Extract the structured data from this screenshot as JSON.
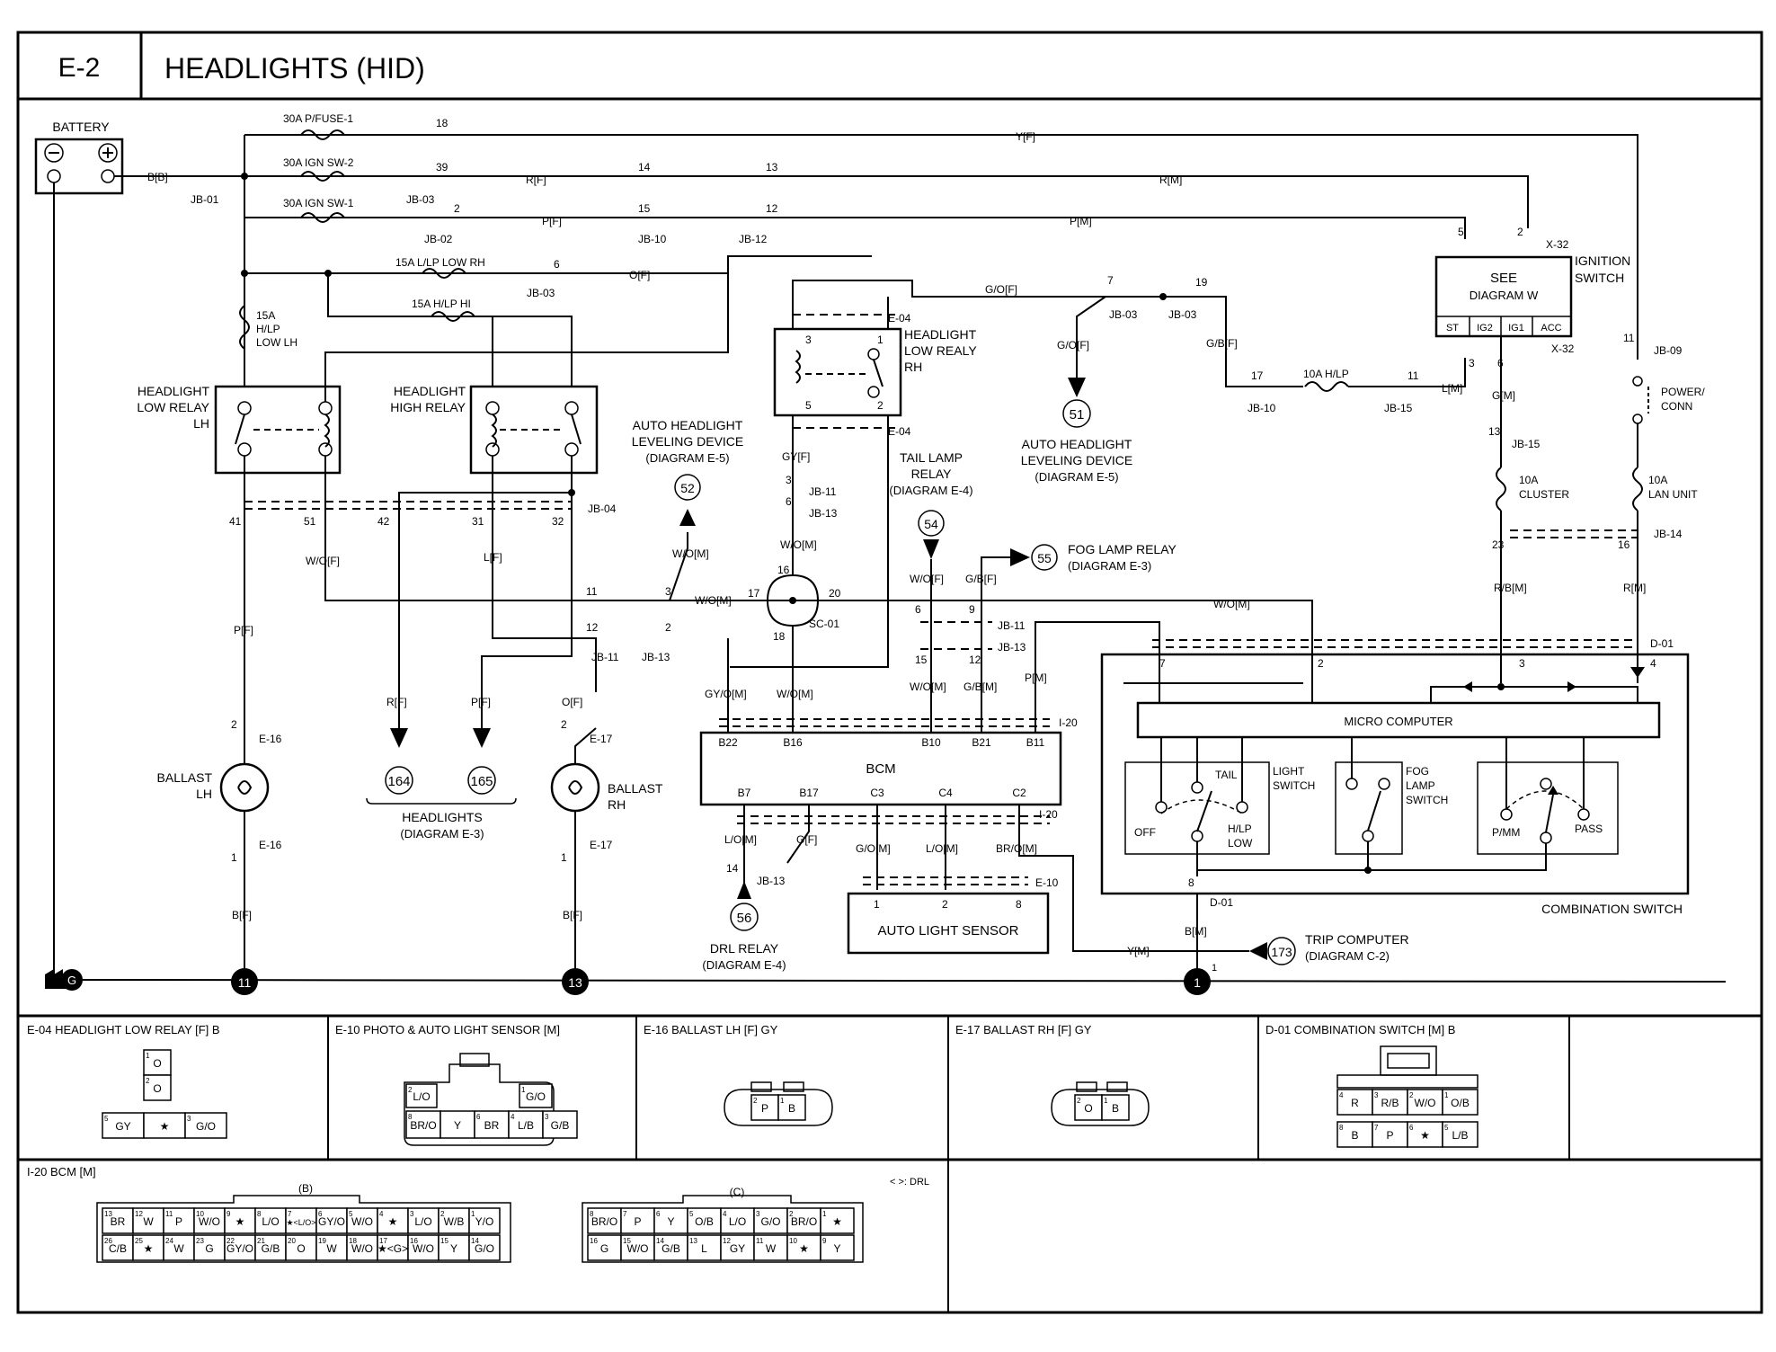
{
  "header": {
    "code": "E-2",
    "title": "HEADLIGHTS (HID)"
  },
  "battery": {
    "label": "BATTERY"
  },
  "fuses": {
    "pfuse": "30A P/FUSE-1",
    "ignsw2": "30A IGN SW-2",
    "ignsw1": "30A IGN SW-1",
    "lplowrh": "15A L/LP LOW RH",
    "hlphi": "15A H/LP HI",
    "lowlh": [
      "15A",
      "H/LP",
      "LOW LH"
    ],
    "hlp10": "10A H/LP",
    "cluster": [
      "10A",
      "CLUSTER"
    ],
    "lan": [
      "10A",
      "LAN UNIT"
    ],
    "powerconn": [
      "POWER/",
      "CONN"
    ]
  },
  "wires": {
    "bb": "B[B]",
    "yf": "Y[F]",
    "rf": "R[F]",
    "rm": "R[M]",
    "pf": "P[F]",
    "pm": "P[M]",
    "of": "O[F]",
    "gof": "G/O[F]",
    "gbf": "G/B[F]",
    "lm": "L[M]",
    "gm": "G[M]",
    "woF": "W/O[F]",
    "lf": "L[F]",
    "wom": "W/O[M]",
    "gyf": "GY[F]",
    "gyom": "GY/O[M]",
    "gbm": "G/B[M]",
    "rbm": "R/B[M]",
    "bf": "B[F]",
    "lom": "L/O[M]",
    "gf": "G[F]",
    "gom": "G/O[M]",
    "brom": "BR/O[M]",
    "ym": "Y[M]",
    "bm": "B[M]"
  },
  "connectors": {
    "jb01": "JB-01",
    "jb02": "JB-02",
    "jb03": "JB-03",
    "jb04": "JB-04",
    "jb09": "JB-09",
    "jb10": "JB-10",
    "jb11": "JB-11",
    "jb12": "JB-12",
    "jb13": "JB-13",
    "jb14": "JB-14",
    "jb15": "JB-15",
    "x32": "X-32",
    "e04": "E-04",
    "e10": "E-10",
    "e16": "E-16",
    "e17": "E-17",
    "i20": "I-20",
    "d01": "D-01",
    "sc01": "SC-01"
  },
  "components": {
    "ignition": {
      "see": "SEE",
      "diagram": "DIAGRAM W",
      "label": [
        "IGNITION",
        "SWITCH"
      ],
      "pins": [
        "ST",
        "IG2",
        "IG1",
        "ACC"
      ]
    },
    "lowRelayLH": [
      "HEADLIGHT",
      "LOW RELAY",
      "LH"
    ],
    "highRelay": [
      "HEADLIGHT",
      "HIGH RELAY"
    ],
    "lowRelayRH": [
      "HEADLIGHT",
      "LOW REALY",
      "RH"
    ],
    "autoLevel1": [
      "AUTO HEADLIGHT",
      "LEVELING DEVICE",
      "(DIAGRAM E-5)"
    ],
    "autoLevel2": [
      "AUTO HEADLIGHT",
      "LEVELING DEVICE",
      "(DIAGRAM E-5)"
    ],
    "tailRelay": [
      "TAIL LAMP",
      "RELAY",
      "(DIAGRAM E-4)"
    ],
    "fogRelay": [
      "FOG LAMP RELAY",
      "(DIAGRAM E-3)"
    ],
    "ballastLH": [
      "BALLAST",
      "LH"
    ],
    "ballastRH": [
      "BALLAST",
      "RH"
    ],
    "headlights": [
      "HEADLIGHTS",
      "(DIAGRAM E-3)"
    ],
    "bcm": "BCM",
    "bcmTopPins": [
      "B22",
      "B16",
      "B10",
      "B21",
      "B11"
    ],
    "bcmBottomPins": [
      "B7",
      "B17",
      "C3",
      "C4",
      "C2"
    ],
    "autoLightSensor": "AUTO LIGHT SENSOR",
    "sensorPins": [
      "1",
      "2",
      "8"
    ],
    "drlRelay": [
      "DRL RELAY",
      "(DIAGRAM E-4)"
    ],
    "tripComputer": [
      "TRIP COMPUTER",
      "(DIAGRAM C-2)"
    ],
    "microComputer": "MICRO COMPUTER",
    "lightSwitch": [
      "LIGHT",
      "SWITCH"
    ],
    "fogSwitch": [
      "FOG",
      "LAMP",
      "SWITCH"
    ],
    "combinationSwitch": "COMBINATION SWITCH",
    "swPos": {
      "tail": "TAIL",
      "off": "OFF",
      "hlp": "H/LP",
      "low": "LOW",
      "pmm": "P/MM",
      "pass": "PASS"
    }
  },
  "refs": {
    "r51": "51",
    "r52": "52",
    "r54": "54",
    "r55": "55",
    "r56": "56",
    "r164": "164",
    "r165": "165",
    "r173": "173"
  },
  "grounds": {
    "g": "G",
    "g11": "11",
    "g13": "13",
    "g1": "1"
  },
  "pins": {
    "p18": "18",
    "p39": "39",
    "p2": "2",
    "p14": "14",
    "p13": "13",
    "p15": "15",
    "p12": "12",
    "p6": "6",
    "p7": "7",
    "p19": "19",
    "p17": "17",
    "p11": "11",
    "p5": "5",
    "p3": "3",
    "p1": "1",
    "p41": "41",
    "p51": "51",
    "p42": "42",
    "p31": "31",
    "p32": "32",
    "p16": "16",
    "p20": "20",
    "p23": "23",
    "p4": "4",
    "p8": "8",
    "p9": "9"
  },
  "panels": {
    "e04": {
      "title": "E-04 HEADLIGHT LOW RELAY [F] B",
      "cells": [
        {
          "n": "1",
          "v": "O"
        },
        {
          "n": "2",
          "v": "O"
        },
        {
          "n": "5",
          "v": "GY"
        },
        {
          "n": "",
          "v": "★"
        },
        {
          "n": "3",
          "v": "G/O"
        }
      ]
    },
    "e10": {
      "title": "E-10 PHOTO & AUTO LIGHT SENSOR [M]",
      "cells": [
        {
          "n": "2",
          "v": "L/O"
        },
        {
          "n": "1",
          "v": "G/O"
        },
        {
          "n": "8",
          "v": "BR/O"
        },
        {
          "n": "",
          "v": "Y"
        },
        {
          "n": "6",
          "v": "BR"
        },
        {
          "n": "4",
          "v": "L/B"
        },
        {
          "n": "3",
          "v": "G/B"
        }
      ]
    },
    "e16": {
      "title": "E-16 BALLAST LH [F] GY",
      "cells": [
        {
          "n": "2",
          "v": "P"
        },
        {
          "n": "1",
          "v": "B"
        }
      ]
    },
    "e17": {
      "title": "E-17 BALLAST RH [F] GY",
      "cells": [
        {
          "n": "2",
          "v": "O"
        },
        {
          "n": "1",
          "v": "B"
        }
      ]
    },
    "d01": {
      "title": "D-01 COMBINATION SWITCH [M] B",
      "row1": [
        {
          "n": "4",
          "v": "R"
        },
        {
          "n": "3",
          "v": "R/B"
        },
        {
          "n": "2",
          "v": "W/O"
        },
        {
          "n": "1",
          "v": "O/B"
        }
      ],
      "row2": [
        {
          "n": "8",
          "v": "B"
        },
        {
          "n": "7",
          "v": "P"
        },
        {
          "n": "6",
          "v": "★"
        },
        {
          "n": "5",
          "v": "L/B"
        }
      ]
    },
    "i20": {
      "title": "I-20 BCM [M]",
      "b": "(B)",
      "c": "(C)",
      "note": "< >: DRL",
      "bRow1": [
        {
          "n": "13",
          "v": "BR"
        },
        {
          "n": "12",
          "v": "W"
        },
        {
          "n": "11",
          "v": "P"
        },
        {
          "n": "10",
          "v": "W/O"
        },
        {
          "n": "9",
          "v": "★"
        },
        {
          "n": "8",
          "v": "L/O"
        },
        {
          "n": "7",
          "v": "★<L/O>"
        },
        {
          "n": "6",
          "v": "GY/O"
        },
        {
          "n": "5",
          "v": "W/O"
        },
        {
          "n": "4",
          "v": "★"
        },
        {
          "n": "3",
          "v": "L/O"
        },
        {
          "n": "2",
          "v": "W/B"
        },
        {
          "n": "1",
          "v": "Y/O"
        }
      ],
      "bRow2": [
        {
          "n": "26",
          "v": "C/B"
        },
        {
          "n": "25",
          "v": "★"
        },
        {
          "n": "24",
          "v": "W"
        },
        {
          "n": "23",
          "v": "G"
        },
        {
          "n": "22",
          "v": "GY/O"
        },
        {
          "n": "21",
          "v": "G/B"
        },
        {
          "n": "20",
          "v": "O"
        },
        {
          "n": "19",
          "v": "W"
        },
        {
          "n": "18",
          "v": "W/O"
        },
        {
          "n": "17",
          "v": "★<G>"
        },
        {
          "n": "16",
          "v": "W/O"
        },
        {
          "n": "15",
          "v": "Y"
        },
        {
          "n": "14",
          "v": "G/O"
        }
      ],
      "cRow1": [
        {
          "n": "8",
          "v": "BR/O"
        },
        {
          "n": "7",
          "v": "P"
        },
        {
          "n": "6",
          "v": "Y"
        },
        {
          "n": "5",
          "v": "O/B"
        },
        {
          "n": "4",
          "v": "L/O"
        },
        {
          "n": "3",
          "v": "G/O"
        },
        {
          "n": "2",
          "v": "BR/O"
        },
        {
          "n": "1",
          "v": "★"
        }
      ],
      "cRow2": [
        {
          "n": "16",
          "v": "G"
        },
        {
          "n": "15",
          "v": "W/O"
        },
        {
          "n": "14",
          "v": "G/B"
        },
        {
          "n": "13",
          "v": "L"
        },
        {
          "n": "12",
          "v": "GY"
        },
        {
          "n": "11",
          "v": "W"
        },
        {
          "n": "10",
          "v": "★"
        },
        {
          "n": "9",
          "v": "Y"
        }
      ]
    }
  }
}
